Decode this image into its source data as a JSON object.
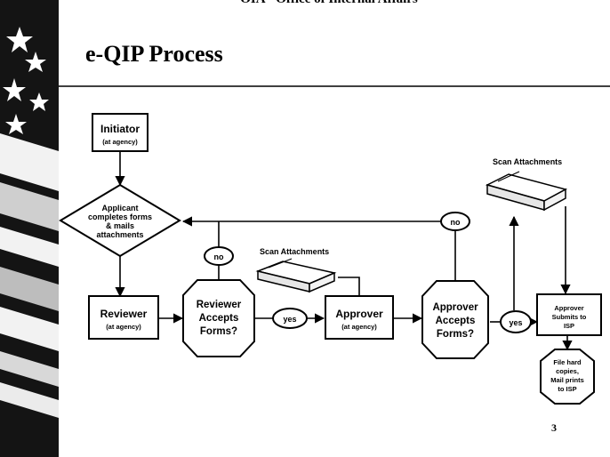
{
  "header": {
    "title": "OIA - Office of Internal Affairs"
  },
  "slide": {
    "title": "e-QIP Process",
    "page_number": "3"
  },
  "flowchart": {
    "initiator": {
      "title": "Initiator",
      "subtitle": "(at agency)"
    },
    "applicant": {
      "line1": "Applicant",
      "line2": "completes forms",
      "line3": "& mails",
      "line4": "attachments"
    },
    "reviewer": {
      "title": "Reviewer",
      "subtitle": "(at agency)"
    },
    "reviewer_accepts": {
      "line1": "Reviewer",
      "line2": "Accepts",
      "line3": "Forms?"
    },
    "no_reviewer": "no",
    "yes_reviewer": "yes",
    "scan_attachments_1": "Scan Attachments",
    "approver": {
      "title": "Approver",
      "subtitle": "(at agency)"
    },
    "approver_accepts": {
      "line1": "Approver",
      "line2": "Accepts",
      "line3": "Forms?"
    },
    "no_approver": "no",
    "yes_approver": "yes",
    "scan_attachments_2": "Scan Attachments",
    "approver_submits": {
      "line1": "Approver",
      "line2": "Submits to",
      "line3": "ISP"
    },
    "file_hard_copies": {
      "line1": "File hard",
      "line2": "copies,",
      "line3": "Mail prints",
      "line4": "to ISP"
    }
  },
  "colors": {
    "ink": "#000000",
    "paper": "#ffffff",
    "sidebar_dark": "#141414"
  },
  "icons": [
    "star-icon",
    "scanner-icon"
  ]
}
